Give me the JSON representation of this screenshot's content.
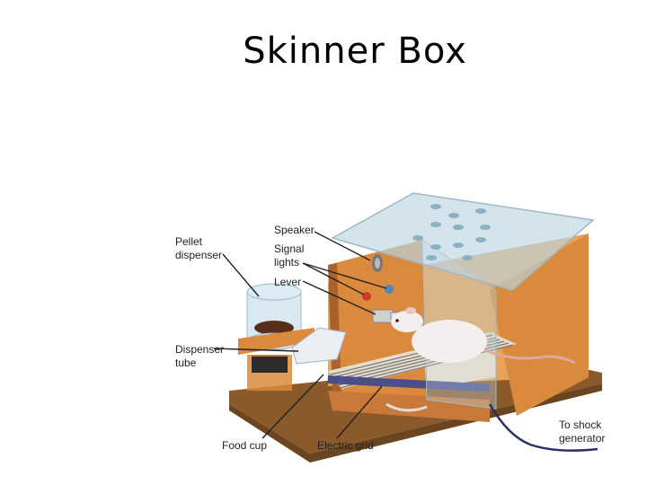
{
  "title": "Skinner Box",
  "labels": {
    "pellet_dispenser": [
      "Pellet",
      "dispenser"
    ],
    "speaker": "Speaker",
    "signal_lights": [
      "Signal",
      "lights"
    ],
    "lever": "Lever",
    "dispenser_tube": [
      "Dispenser",
      "tube"
    ],
    "food_cup": "Food cup",
    "electric_grid": "Electric grid",
    "to_shock_generator": [
      "To shock",
      "generator"
    ]
  },
  "colors": {
    "wood": "#d98a3c",
    "wood_dark": "#a9622a",
    "base": "#8a5a2b",
    "glass": "#bcd6e3",
    "grid": "#4a4f8a",
    "light_red": "#d23a2a",
    "light_blue": "#4d86b8"
  }
}
